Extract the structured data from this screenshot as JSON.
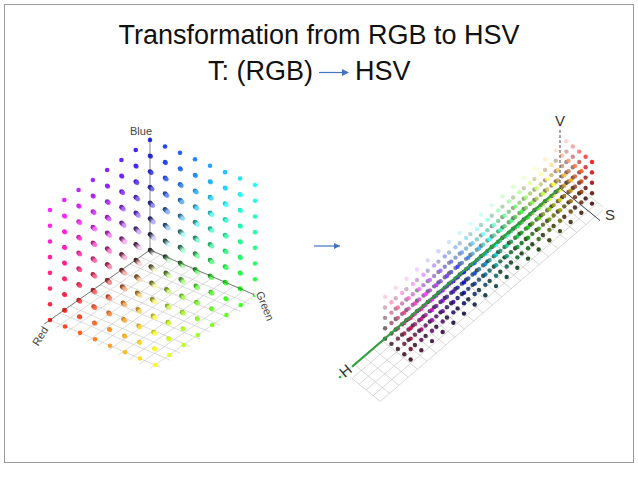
{
  "diagram": {
    "title": "Transformation from RGB to HSV",
    "labels": [
      "T: (RGB)",
      "HSV",
      "Blue",
      "Green",
      "Red",
      "V",
      "S",
      "H"
    ]
  }
}
